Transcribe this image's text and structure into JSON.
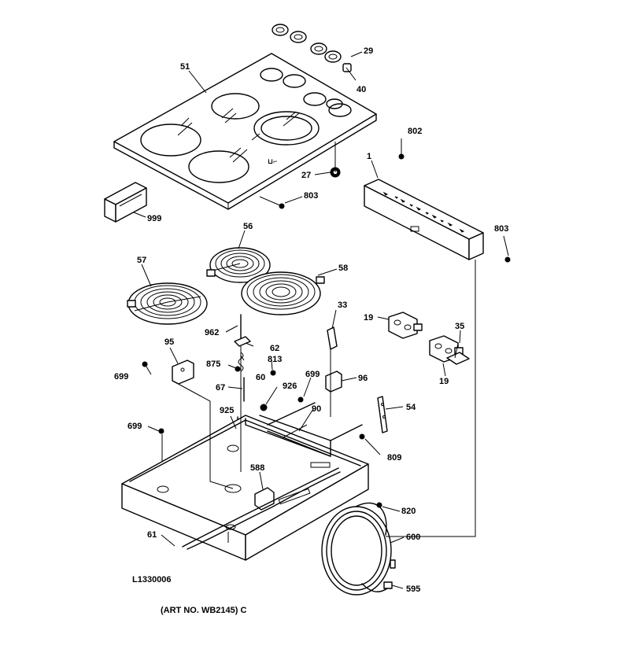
{
  "diagram": {
    "art_code": "L1330006",
    "art_no": "(ART NO. WB2145) C",
    "callouts": {
      "p1": "1",
      "p19a": "19",
      "p19b": "19",
      "p27": "27",
      "p29": "29",
      "p33": "33",
      "p35": "35",
      "p40": "40",
      "p51": "51",
      "p54": "54",
      "p56": "56",
      "p57": "57",
      "p58": "58",
      "p60": "60",
      "p61": "61",
      "p62": "62",
      "p67": "67",
      "p90": "90",
      "p95": "95",
      "p96": "96",
      "p588": "588",
      "p595": "595",
      "p600": "600",
      "p699a": "699",
      "p699b": "699",
      "p699c": "699",
      "p802": "802",
      "p803a": "803",
      "p803b": "803",
      "p809": "809",
      "p813": "813",
      "p820": "820",
      "p875": "875",
      "p925": "925",
      "p926": "926",
      "p962": "962",
      "p999": "999"
    }
  }
}
